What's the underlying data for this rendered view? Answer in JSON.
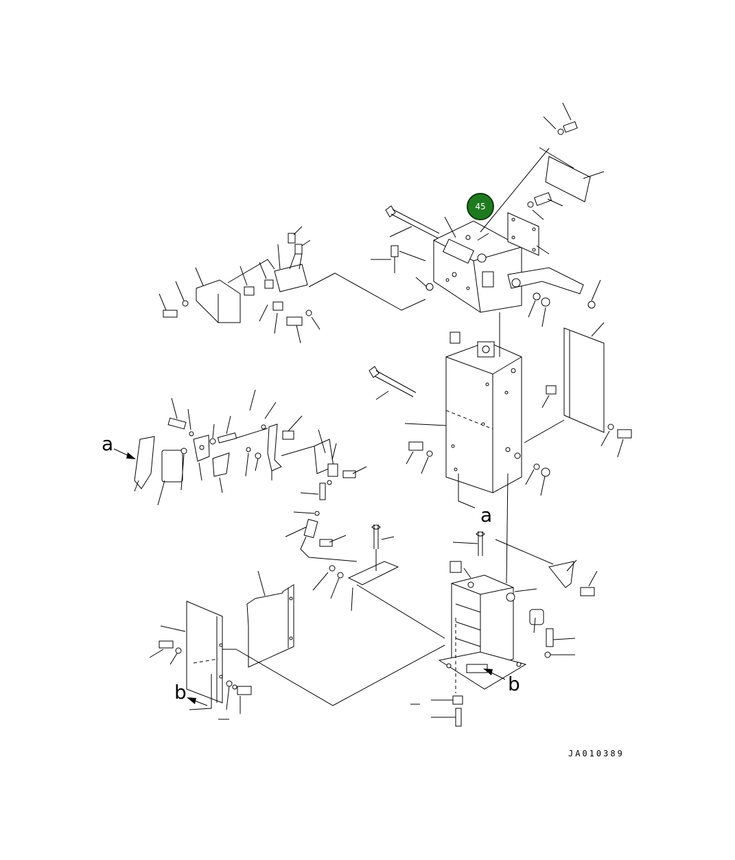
{
  "callout": {
    "label": "45",
    "color": "#1f7a1f"
  },
  "markers": {
    "a": "a",
    "b": "b"
  },
  "document": {
    "code": "JA010389"
  }
}
